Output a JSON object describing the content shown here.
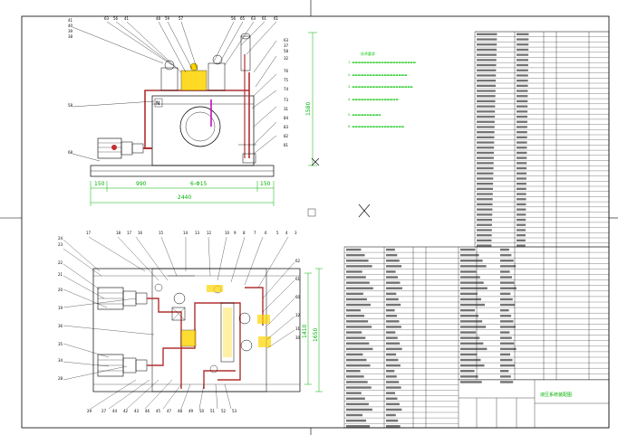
{
  "drawing": {
    "colors": {
      "outline": "#000000",
      "dimension": "#00b000",
      "pipe": "#b03030",
      "highlight": "#ffd400",
      "accent": "#c000c0",
      "notes": "#00c000"
    },
    "dimensions": {
      "front_height": "1580",
      "bottom_left": "150",
      "bottom_mid": "990",
      "bottom_total": "2440",
      "bottom_right": "150",
      "bolt_spec": "6-Φ15",
      "plan_height_inner": "1410",
      "plan_height_outer": "1650"
    },
    "notes_title": "技术要求",
    "notes": [
      "1.",
      "2.",
      "3.",
      "4.",
      "5.",
      "6."
    ],
    "title_block_name": "液压系统装配图"
  }
}
